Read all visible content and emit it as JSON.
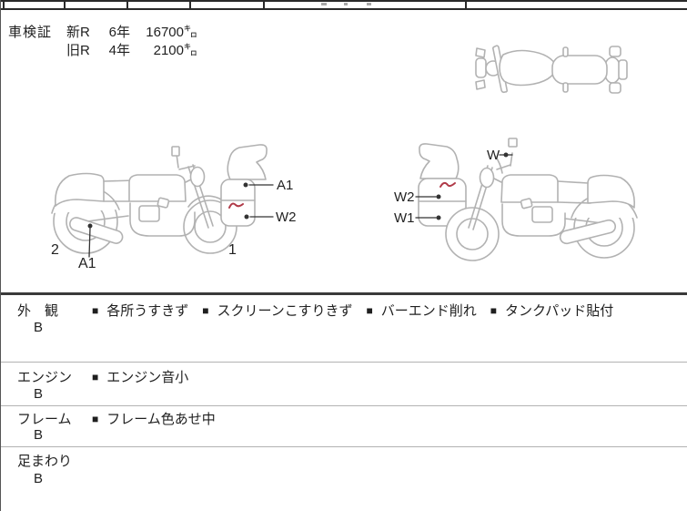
{
  "shaken": {
    "label": "車検証",
    "rows": [
      {
        "era": "新R",
        "year": "6年",
        "distance": "16700㌔"
      },
      {
        "era": "旧R",
        "year": "4年",
        "distance": "2100㌔"
      }
    ]
  },
  "diagrams": {
    "left_bike": {
      "panel_top_label": "A1",
      "panel_bottom_label": "W2",
      "rear_zone_number": "2",
      "muffler_label": "A1",
      "front_zone_number": "1"
    },
    "right_bike": {
      "mirror_label": "W",
      "panel_top_label": "W2",
      "panel_bottom_label": "W1"
    }
  },
  "sections": {
    "bullet": "■",
    "rows": [
      {
        "category": "外　観",
        "grade": "B",
        "notes": [
          "各所うすきず",
          "スクリーンこすりきず",
          "バーエンド削れ",
          "タンクパッド貼付"
        ]
      },
      {
        "category": "エンジン",
        "grade": "B",
        "notes": [
          "エンジン音小"
        ]
      },
      {
        "category": "フレーム",
        "grade": "B",
        "notes": [
          "フレーム色あせ中"
        ]
      },
      {
        "category": "足まわり",
        "grade": "B",
        "notes": []
      }
    ]
  },
  "colors": {
    "diagram_line": "#b2b2b2",
    "defect_mark": "#b03a48",
    "text": "#1f1f1f",
    "divider_thick": "#3a3a3a",
    "divider_thin": "#b3b3b3"
  }
}
